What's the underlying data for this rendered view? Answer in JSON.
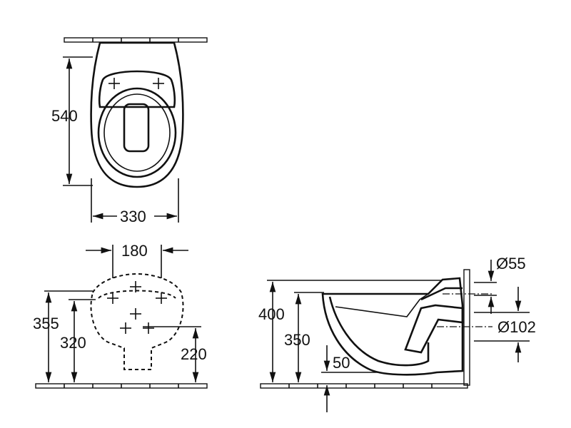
{
  "top_view": {
    "height_dim": "540",
    "width_dim": "330"
  },
  "front_view": {
    "width_dim": "180",
    "height_dim_outer": "355",
    "height_dim_inner": "320",
    "height_dim_low": "220"
  },
  "side_view": {
    "height_dim_outer": "400",
    "height_dim_inner": "350",
    "depth_dim": "50",
    "pipe_dim_top": "Ø55",
    "pipe_dim_bottom": "Ø102"
  }
}
